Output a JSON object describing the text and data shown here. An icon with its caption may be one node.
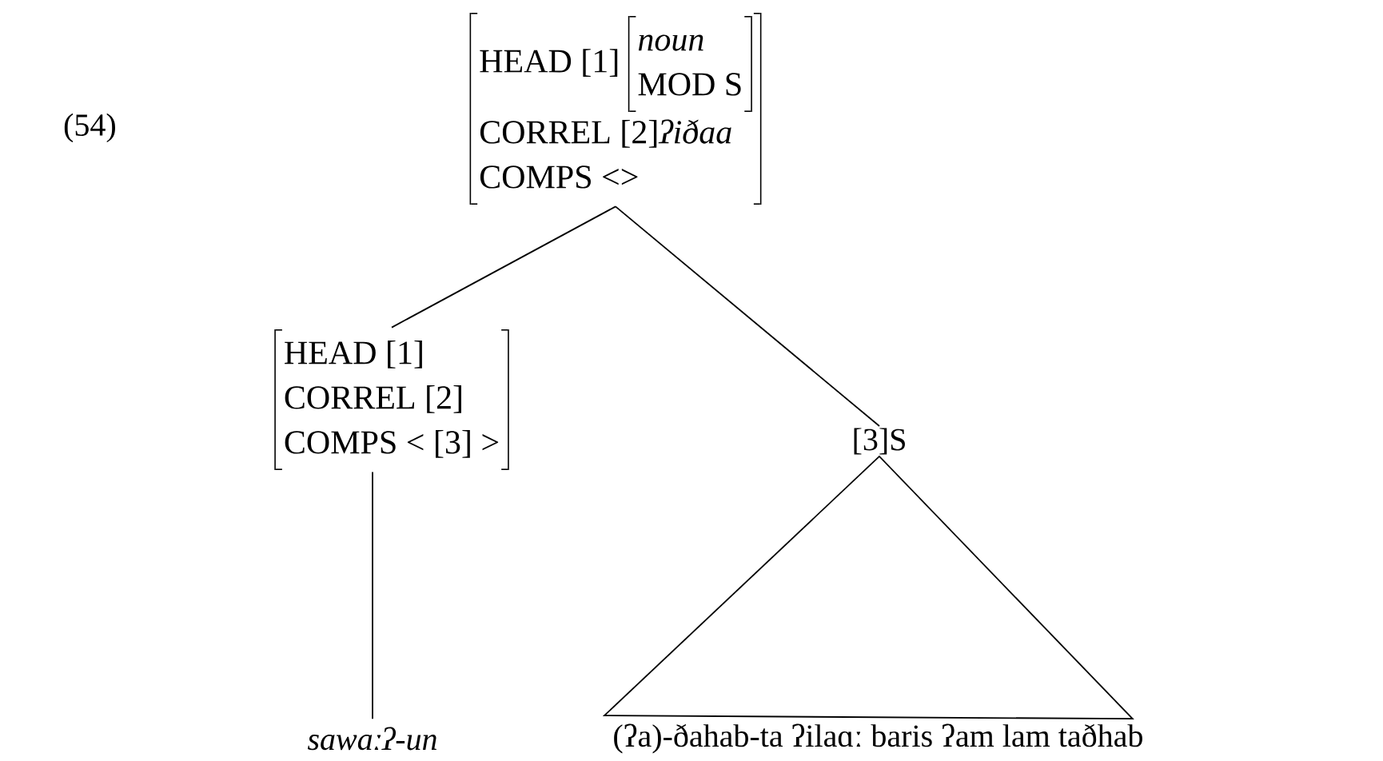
{
  "diagram": {
    "nodes": [
      {
        "text": [
          "HEAD [1]",
          "noun",
          "MOD S",
          "CORREL [2]*ʔiðaa*",
          "COMPS <>"
        ]
      },
      {
        "text": [
          "HEAD [1]",
          "CORREL [2]",
          "COMPS < [3] >"
        ]
      },
      {
        "text": [
          "[3]S"
        ]
      },
      {
        "text": [
          "sawaːʔ-un"
        ]
      },
      {
        "text": [
          "(ʔa)-ðahab-ta ʔilaɑː baris ʔam lam taðhab"
        ]
      }
    ],
    "edges": [
      {
        "from": 0,
        "to": 1,
        "arrow": "none"
      },
      {
        "from": 0,
        "to": 2,
        "arrow": "none"
      },
      {
        "from": 1,
        "to": 3,
        "arrow": "none"
      },
      {
        "from": 2,
        "to": 4,
        "arrow": "none"
      }
    ],
    "labels": [
      "(54)"
    ]
  }
}
